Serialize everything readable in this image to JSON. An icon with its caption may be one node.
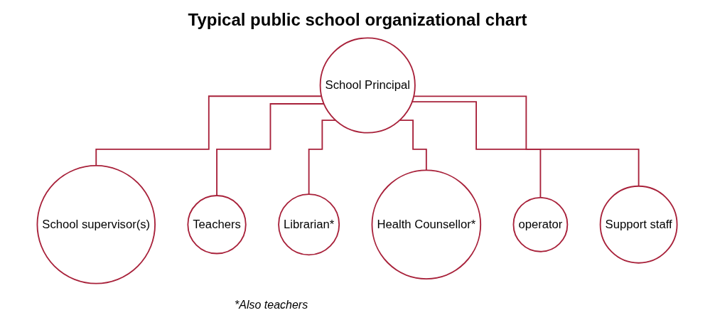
{
  "diagram": {
    "title": "Typical public school organizational chart",
    "nodes": [
      {
        "text": [
          "School Principal"
        ]
      },
      {
        "text": [
          "School supervisor(s)"
        ]
      },
      {
        "text": [
          "Teachers"
        ]
      },
      {
        "text": [
          "Librarian*"
        ]
      },
      {
        "text": [
          "Health Counsellor*"
        ]
      },
      {
        "text": [
          "operator"
        ]
      },
      {
        "text": [
          "Support staff"
        ]
      }
    ],
    "edges": [
      {
        "from": 0,
        "to": 1,
        "arrow": "none"
      },
      {
        "from": 0,
        "to": 2,
        "arrow": "none"
      },
      {
        "from": 0,
        "to": 3,
        "arrow": "none"
      },
      {
        "from": 0,
        "to": 4,
        "arrow": "none"
      },
      {
        "from": 0,
        "to": 5,
        "arrow": "none"
      },
      {
        "from": 0,
        "to": 6,
        "arrow": "none"
      }
    ],
    "labels": [
      "*Also teachers"
    ]
  }
}
